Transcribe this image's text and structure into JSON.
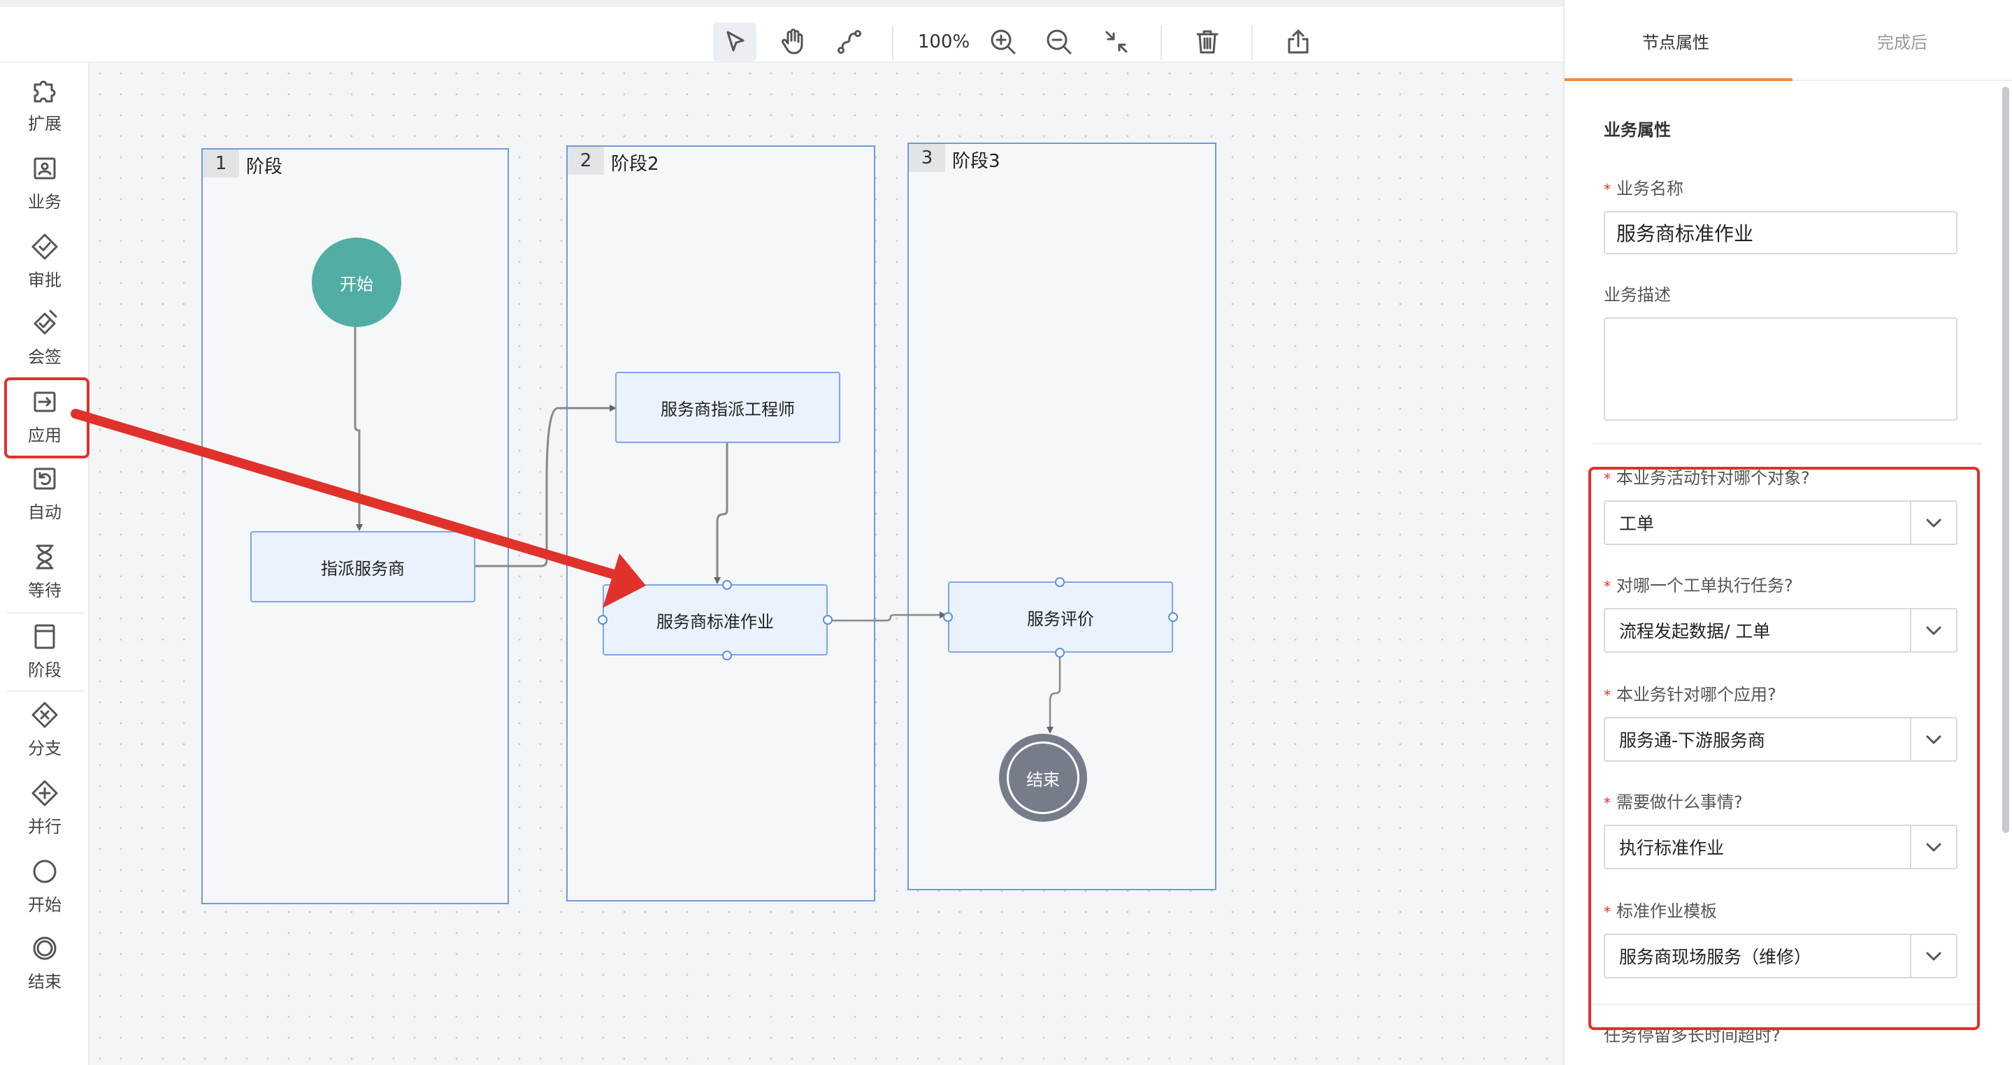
{
  "toolbar": {
    "zoom": "100%",
    "tools": [
      "select-tool",
      "pan-tool",
      "connect-tool",
      "zoom-in",
      "zoom-out",
      "fit-view",
      "delete",
      "export"
    ]
  },
  "sidebar": {
    "items": [
      {
        "label": "扩展",
        "icon": "puzzle-icon"
      },
      {
        "label": "业务",
        "icon": "user-card-icon"
      },
      {
        "label": "审批",
        "icon": "diamond-check-icon"
      },
      {
        "label": "会签",
        "icon": "diamond-pen-icon"
      },
      {
        "label": "应用",
        "icon": "app-arrow-icon"
      },
      {
        "label": "自动",
        "icon": "auto-cycle-icon"
      },
      {
        "label": "等待",
        "icon": "hourglass-icon"
      },
      {
        "label": "阶段",
        "icon": "stage-icon"
      },
      {
        "label": "分支",
        "icon": "diamond-x-icon"
      },
      {
        "label": "并行",
        "icon": "diamond-plus-icon"
      },
      {
        "label": "开始",
        "icon": "circle-icon"
      },
      {
        "label": "结束",
        "icon": "double-circle-icon"
      }
    ]
  },
  "canvas": {
    "lanes": [
      {
        "num": "1",
        "title": "阶段"
      },
      {
        "num": "2",
        "title": "阶段2"
      },
      {
        "num": "3",
        "title": "阶段3"
      }
    ],
    "start_label": "开始",
    "end_label": "结束",
    "nodes": {
      "dispatch_provider": "指派服务商",
      "assign_engineer": "服务商指派工程师",
      "standard_work": "服务商标准作业",
      "service_review": "服务评价"
    }
  },
  "panel": {
    "tabs": [
      "节点属性",
      "完成后"
    ],
    "section_title": "业务属性",
    "fields": {
      "name_label": "业务名称",
      "name_value": "服务商标准作业",
      "desc_label": "业务描述",
      "object_label": "本业务活动针对哪个对象?",
      "object_value": "工单",
      "ticket_label": "对哪一个工单执行任务?",
      "ticket_value": "流程发起数据/ 工单",
      "app_label": "本业务针对哪个应用?",
      "app_value": "服务通-下游服务商",
      "task_label": "需要做什么事情?",
      "task_value": "执行标准作业",
      "template_label": "标准作业模板",
      "template_value": "服务商现场服务（维修）",
      "timeout_label": "任务停留多长时间超时?"
    }
  },
  "colors": {
    "accent_tab": "#f08a3a",
    "annotation_red": "#e0312b",
    "start_node": "#52ada4",
    "end_node": "#777c8a",
    "node_fill": "#eaf2fd",
    "node_border": "#7ea6e6"
  }
}
